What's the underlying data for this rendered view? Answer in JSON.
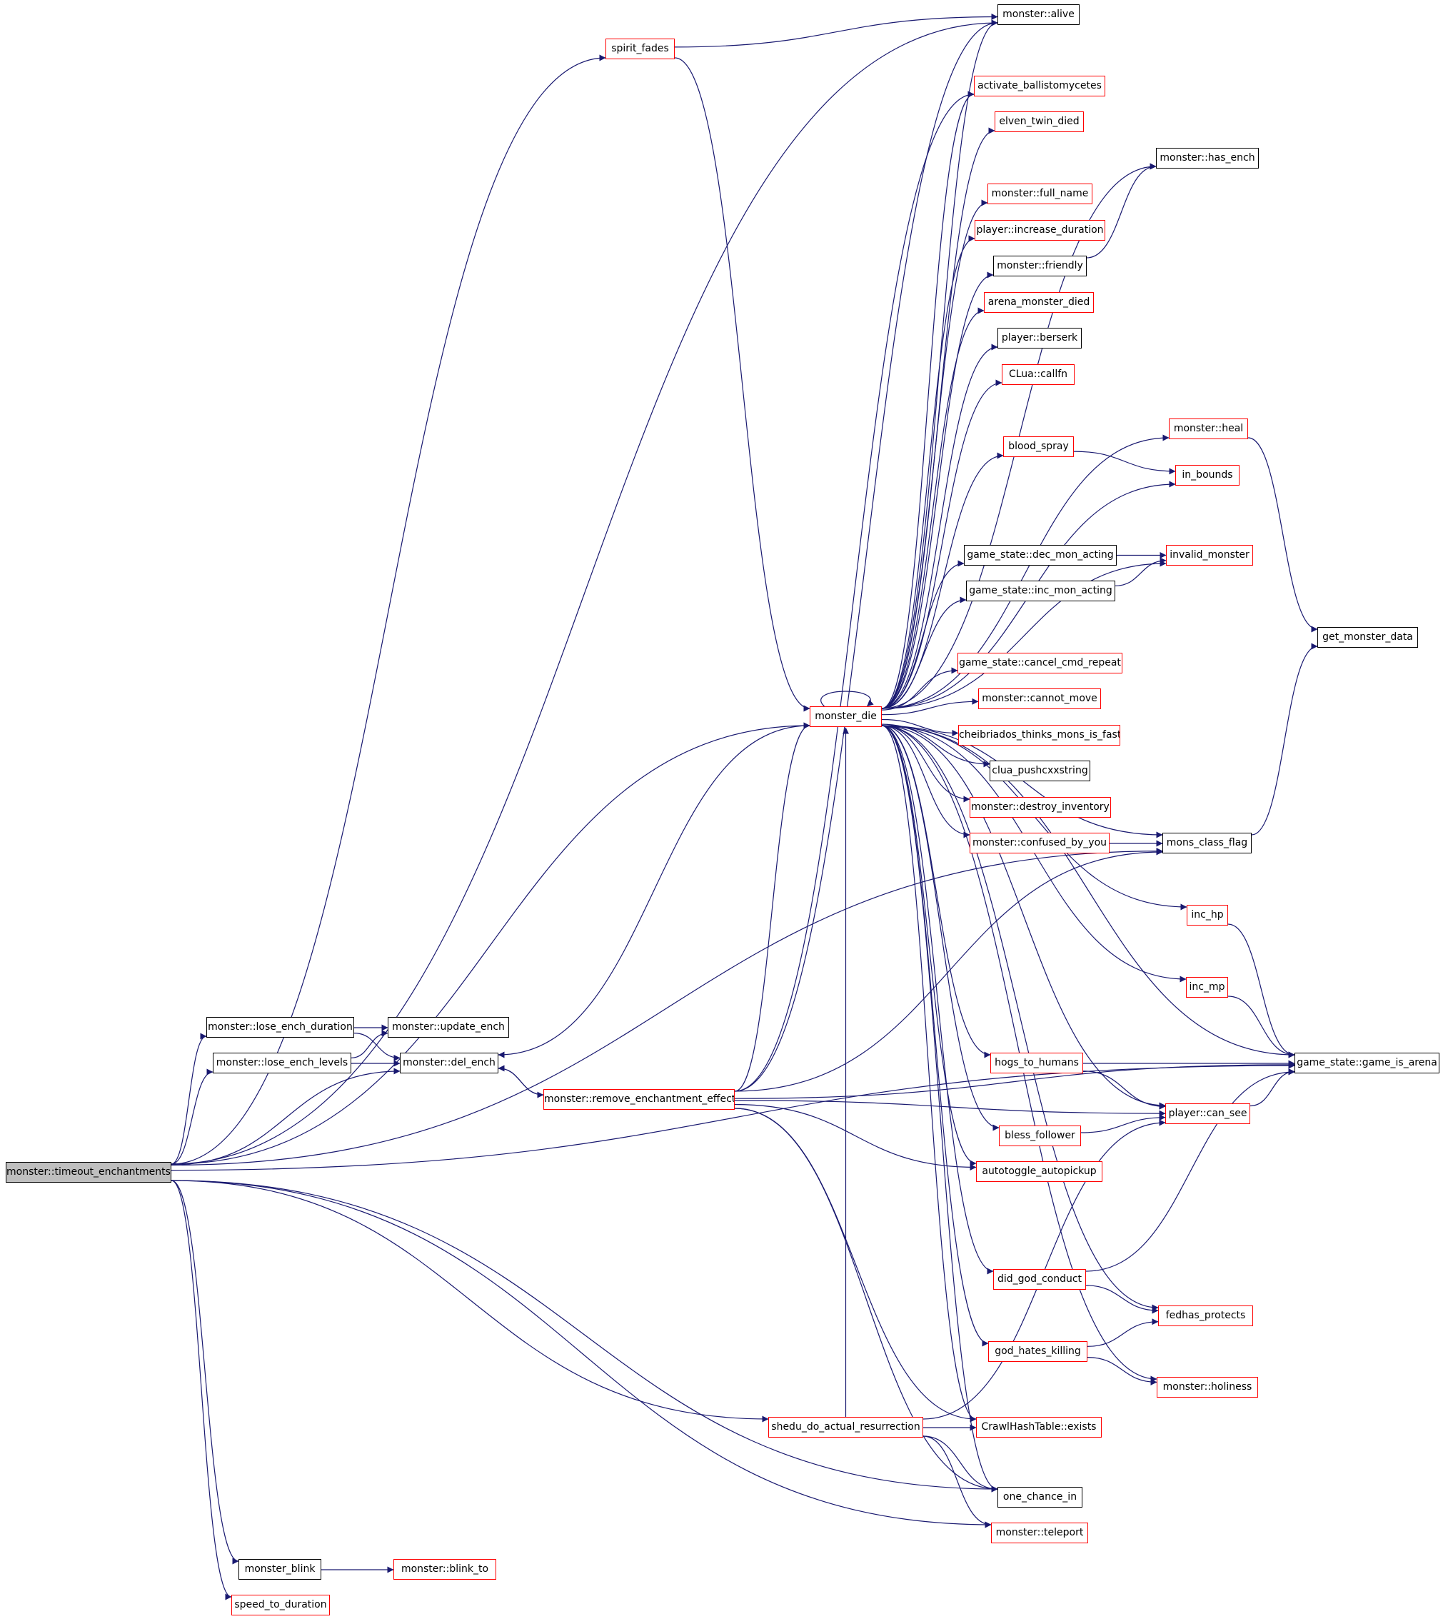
{
  "colors": {
    "edge": "#191970",
    "boundary_border": "#ff0000",
    "normal_border": "#000000",
    "root_fill": "#bfbfbf"
  },
  "nodes": [
    {
      "id": "timeout",
      "label": "monster::timeout_enchantments",
      "style": "root"
    },
    {
      "id": "alive",
      "label": "monster::alive",
      "style": "black"
    },
    {
      "id": "spirit_fades",
      "label": "spirit_fades",
      "style": "red"
    },
    {
      "id": "activate_ballisto",
      "label": "activate_ballistomycetes",
      "style": "red"
    },
    {
      "id": "elven_twin_died",
      "label": "elven_twin_died",
      "style": "red"
    },
    {
      "id": "has_ench",
      "label": "monster::has_ench",
      "style": "black"
    },
    {
      "id": "full_name",
      "label": "monster::full_name",
      "style": "red"
    },
    {
      "id": "increase_duration",
      "label": "player::increase_duration",
      "style": "red"
    },
    {
      "id": "friendly",
      "label": "monster::friendly",
      "style": "black"
    },
    {
      "id": "arena_monster_died",
      "label": "arena_monster_died",
      "style": "red"
    },
    {
      "id": "berserk",
      "label": "player::berserk",
      "style": "black"
    },
    {
      "id": "callfn",
      "label": "CLua::callfn",
      "style": "red"
    },
    {
      "id": "heal",
      "label": "monster::heal",
      "style": "red"
    },
    {
      "id": "blood_spray",
      "label": "blood_spray",
      "style": "red"
    },
    {
      "id": "in_bounds",
      "label": "in_bounds",
      "style": "red"
    },
    {
      "id": "dec_mon_acting",
      "label": "game_state::dec_mon_acting",
      "style": "black"
    },
    {
      "id": "invalid_monster",
      "label": "invalid_monster",
      "style": "red"
    },
    {
      "id": "inc_mon_acting",
      "label": "game_state::inc_mon_acting",
      "style": "black"
    },
    {
      "id": "get_monster_data",
      "label": "get_monster_data",
      "style": "black"
    },
    {
      "id": "cancel_cmd_repeat",
      "label": "game_state::cancel_cmd_repeat",
      "style": "red"
    },
    {
      "id": "monster_die",
      "label": "monster_die",
      "style": "red"
    },
    {
      "id": "cannot_move",
      "label": "monster::cannot_move",
      "style": "red"
    },
    {
      "id": "cheibriados",
      "label": "cheibriados_thinks_mons_is_fast",
      "style": "red"
    },
    {
      "id": "clua_push",
      "label": "clua_pushcxxstring",
      "style": "black"
    },
    {
      "id": "destroy_inventory",
      "label": "monster::destroy_inventory",
      "style": "red"
    },
    {
      "id": "confused_by_you",
      "label": "monster::confused_by_you",
      "style": "red"
    },
    {
      "id": "mons_class_flag",
      "label": "mons_class_flag",
      "style": "black"
    },
    {
      "id": "inc_hp",
      "label": "inc_hp",
      "style": "red"
    },
    {
      "id": "inc_mp",
      "label": "inc_mp",
      "style": "red"
    },
    {
      "id": "lose_ench_duration",
      "label": "monster::lose_ench_duration",
      "style": "black"
    },
    {
      "id": "update_ench",
      "label": "monster::update_ench",
      "style": "black"
    },
    {
      "id": "lose_ench_levels",
      "label": "monster::lose_ench_levels",
      "style": "black"
    },
    {
      "id": "del_ench",
      "label": "monster::del_ench",
      "style": "black"
    },
    {
      "id": "hogs_to_humans",
      "label": "hogs_to_humans",
      "style": "red"
    },
    {
      "id": "game_is_arena",
      "label": "game_state::game_is_arena",
      "style": "black"
    },
    {
      "id": "remove_ench_effect",
      "label": "monster::remove_enchantment_effect",
      "style": "red"
    },
    {
      "id": "can_see",
      "label": "player::can_see",
      "style": "red"
    },
    {
      "id": "bless_follower",
      "label": "bless_follower",
      "style": "red"
    },
    {
      "id": "autotoggle",
      "label": "autotoggle_autopickup",
      "style": "red"
    },
    {
      "id": "did_god_conduct",
      "label": "did_god_conduct",
      "style": "red"
    },
    {
      "id": "fedhas_protects",
      "label": "fedhas_protects",
      "style": "red"
    },
    {
      "id": "god_hates_killing",
      "label": "god_hates_killing",
      "style": "red"
    },
    {
      "id": "holiness",
      "label": "monster::holiness",
      "style": "red"
    },
    {
      "id": "shedu",
      "label": "shedu_do_actual_resurrection",
      "style": "red"
    },
    {
      "id": "hash_exists",
      "label": "CrawlHashTable::exists",
      "style": "red"
    },
    {
      "id": "one_chance_in",
      "label": "one_chance_in",
      "style": "black"
    },
    {
      "id": "teleport",
      "label": "monster::teleport",
      "style": "red"
    },
    {
      "id": "monster_blink",
      "label": "monster_blink",
      "style": "black"
    },
    {
      "id": "blink_to",
      "label": "monster::blink_to",
      "style": "red"
    },
    {
      "id": "speed_to_duration",
      "label": "speed_to_duration",
      "style": "red"
    }
  ],
  "edges": [
    [
      "timeout",
      "alive"
    ],
    [
      "timeout",
      "spirit_fades"
    ],
    [
      "timeout",
      "lose_ench_duration"
    ],
    [
      "timeout",
      "lose_ench_levels"
    ],
    [
      "timeout",
      "del_ench"
    ],
    [
      "timeout",
      "monster_die"
    ],
    [
      "timeout",
      "mons_class_flag"
    ],
    [
      "timeout",
      "game_is_arena"
    ],
    [
      "timeout",
      "shedu"
    ],
    [
      "timeout",
      "one_chance_in"
    ],
    [
      "timeout",
      "teleport"
    ],
    [
      "timeout",
      "monster_blink"
    ],
    [
      "timeout",
      "speed_to_duration"
    ],
    [
      "spirit_fades",
      "alive"
    ],
    [
      "spirit_fades",
      "monster_die"
    ],
    [
      "monster_die",
      "alive"
    ],
    [
      "monster_die",
      "activate_ballisto"
    ],
    [
      "monster_die",
      "elven_twin_died"
    ],
    [
      "monster_die",
      "has_ench"
    ],
    [
      "monster_die",
      "full_name"
    ],
    [
      "monster_die",
      "increase_duration"
    ],
    [
      "monster_die",
      "friendly"
    ],
    [
      "monster_die",
      "arena_monster_died"
    ],
    [
      "monster_die",
      "berserk"
    ],
    [
      "monster_die",
      "callfn"
    ],
    [
      "monster_die",
      "heal"
    ],
    [
      "monster_die",
      "blood_spray"
    ],
    [
      "monster_die",
      "in_bounds"
    ],
    [
      "monster_die",
      "dec_mon_acting"
    ],
    [
      "monster_die",
      "invalid_monster"
    ],
    [
      "monster_die",
      "inc_mon_acting"
    ],
    [
      "monster_die",
      "cancel_cmd_repeat"
    ],
    [
      "monster_die",
      "monster_die"
    ],
    [
      "monster_die",
      "cannot_move"
    ],
    [
      "monster_die",
      "cheibriados"
    ],
    [
      "monster_die",
      "clua_push"
    ],
    [
      "monster_die",
      "destroy_inventory"
    ],
    [
      "monster_die",
      "confused_by_you"
    ],
    [
      "monster_die",
      "mons_class_flag"
    ],
    [
      "monster_die",
      "inc_hp"
    ],
    [
      "monster_die",
      "inc_mp"
    ],
    [
      "monster_die",
      "game_is_arena"
    ],
    [
      "monster_die",
      "hogs_to_humans"
    ],
    [
      "monster_die",
      "can_see"
    ],
    [
      "monster_die",
      "bless_follower"
    ],
    [
      "monster_die",
      "autotoggle"
    ],
    [
      "monster_die",
      "did_god_conduct"
    ],
    [
      "monster_die",
      "fedhas_protects"
    ],
    [
      "monster_die",
      "god_hates_killing"
    ],
    [
      "monster_die",
      "holiness"
    ],
    [
      "monster_die",
      "hash_exists"
    ],
    [
      "monster_die",
      "one_chance_in"
    ],
    [
      "monster_die",
      "del_ench"
    ],
    [
      "friendly",
      "has_ench"
    ],
    [
      "heal",
      "get_monster_data"
    ],
    [
      "blood_spray",
      "in_bounds"
    ],
    [
      "dec_mon_acting",
      "invalid_monster"
    ],
    [
      "inc_mon_acting",
      "invalid_monster"
    ],
    [
      "confused_by_you",
      "mons_class_flag"
    ],
    [
      "mons_class_flag",
      "get_monster_data"
    ],
    [
      "inc_hp",
      "game_is_arena"
    ],
    [
      "inc_mp",
      "game_is_arena"
    ],
    [
      "lose_ench_duration",
      "update_ench"
    ],
    [
      "lose_ench_duration",
      "del_ench"
    ],
    [
      "lose_ench_levels",
      "update_ench"
    ],
    [
      "lose_ench_levels",
      "del_ench"
    ],
    [
      "del_ench",
      "remove_ench_effect"
    ],
    [
      "remove_ench_effect",
      "del_ench"
    ],
    [
      "remove_ench_effect",
      "monster_die"
    ],
    [
      "remove_ench_effect",
      "alive"
    ],
    [
      "remove_ench_effect",
      "activate_ballisto"
    ],
    [
      "remove_ench_effect",
      "mons_class_flag"
    ],
    [
      "remove_ench_effect",
      "autotoggle"
    ],
    [
      "remove_ench_effect",
      "can_see"
    ],
    [
      "remove_ench_effect",
      "hash_exists"
    ],
    [
      "remove_ench_effect",
      "one_chance_in"
    ],
    [
      "remove_ench_effect",
      "game_is_arena"
    ],
    [
      "hogs_to_humans",
      "game_is_arena"
    ],
    [
      "hogs_to_humans",
      "can_see"
    ],
    [
      "can_see",
      "game_is_arena"
    ],
    [
      "bless_follower",
      "can_see"
    ],
    [
      "did_god_conduct",
      "game_is_arena"
    ],
    [
      "did_god_conduct",
      "fedhas_protects"
    ],
    [
      "god_hates_killing",
      "fedhas_protects"
    ],
    [
      "god_hates_killing",
      "holiness"
    ],
    [
      "shedu",
      "can_see"
    ],
    [
      "shedu",
      "hash_exists"
    ],
    [
      "shedu",
      "one_chance_in"
    ],
    [
      "shedu",
      "teleport"
    ],
    [
      "shedu",
      "monster_die"
    ],
    [
      "monster_blink",
      "blink_to"
    ]
  ]
}
